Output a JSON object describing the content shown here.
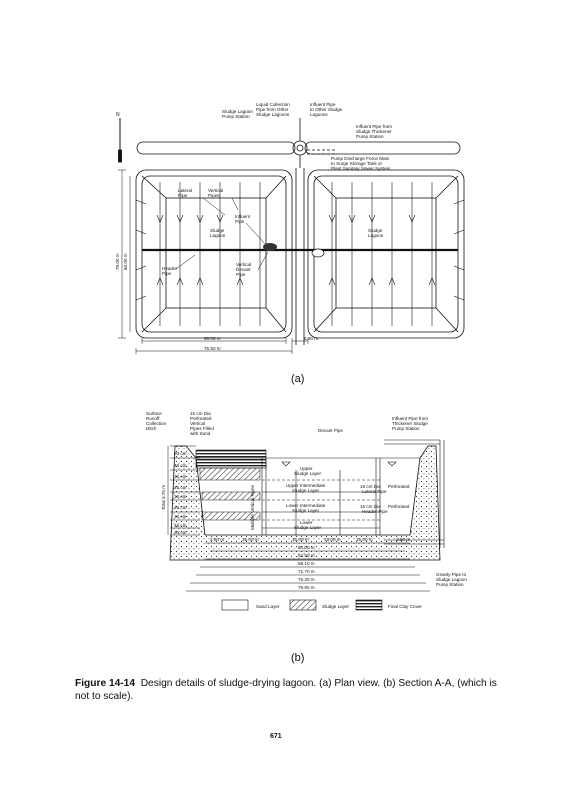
{
  "figure": {
    "number": "Figure 14-14",
    "caption": "Design details of sludge-drying lagoon. (a) Plan view. (b) Section A-A, (which is not to scale).",
    "panel_a": "(a)",
    "panel_b": "(b)",
    "page_number": "671"
  },
  "plan": {
    "north": "N",
    "liquid_collection": [
      "Liquid Collection",
      "Pipe from Other",
      "Sludge Lagoons"
    ],
    "sludge_lagoon_pump": [
      "Sludge Lagoon",
      "Pump Station"
    ],
    "influent_pipe_other": [
      "Influent Pipe",
      "to Other Sludge",
      "Lagoons"
    ],
    "influent_from_thickener": [
      "Influent Pipe from",
      "Sludge Thickener",
      "Pump Station"
    ],
    "pump_discharge": [
      "Pump Discharge Force Main",
      "to Surge Storage Tank or",
      "Plant Sanitary Sewer System"
    ],
    "lateral_pipe": [
      "Lateral",
      "Pipe"
    ],
    "vertical_pipes": [
      "Vertical",
      "Pipes"
    ],
    "influent_pipe": [
      "Influent",
      "Pipe"
    ],
    "sludge_lagoon_left": [
      "Sludge",
      "Lagoon"
    ],
    "sludge_lagoon_right": [
      "Sludge",
      "Lagoon"
    ],
    "header_pipe": [
      "Header",
      "Pipe"
    ],
    "vertical_decant": [
      "Vertical",
      "Decant",
      "Pipe"
    ],
    "dim_vertical": "79.00 m",
    "dim_vertical_inner": "60.00 m",
    "dim_width_inner": "60.00 m",
    "dim_width_outer": "75.50 m",
    "dim_gap": "6.00 m"
  },
  "section": {
    "surface_runoff": [
      "Surface",
      "Runoff",
      "Collection",
      "Ditch"
    ],
    "perforated": [
      "15 cm Dia",
      "Perforated",
      "Vertical",
      "Pipes Filled",
      "with Sand"
    ],
    "influent_from_thickener": [
      "Influent Pipe from",
      "Thickener Sludge",
      "Pump Station"
    ],
    "decant_pipe": "Decant Pipe",
    "upper_layer": [
      "Upper",
      "Sludge Layer"
    ],
    "upper_intermediate": [
      "Upper Intermediate",
      "Sludge Layer"
    ],
    "lower_intermediate": [
      "Lower Intermediate",
      "Sludge Layer"
    ],
    "lower_layer": [
      "Lower",
      "Sludge Layer"
    ],
    "lateral_perforated": [
      "15 cm Dia",
      "Perforated",
      "Lateral Pipe"
    ],
    "header_perforated": [
      "15 cm Dia",
      "Perforated",
      "Header Pipe"
    ],
    "gravity_pipe": [
      "Gravity Pipe to",
      "Sludge Lagoon",
      "Pump Station"
    ],
    "depths_left": [
      "60 cm",
      "45 cm",
      "15 cm",
      "45 cm",
      "15 cm",
      "45 cm",
      "15 cm",
      "45 cm",
      "30 cm"
    ],
    "depth_total": "Total 3.75 m",
    "bottom_dims": [
      "2.50 m",
      "15.00 m",
      "15.00 m",
      "15.00 m",
      "15.00 m",
      "2.50 m"
    ],
    "stacked_dims": [
      "60.00 m",
      "64.50 m",
      "68.10 m",
      "71.70 m",
      "75.30 m",
      "79.80 m"
    ],
    "vertical_label": "Multiple Vertical Pipes"
  },
  "legend": {
    "sand": "Sand Layer",
    "sludge": "Sludge Layer",
    "clay": "Final Clay Cover"
  }
}
